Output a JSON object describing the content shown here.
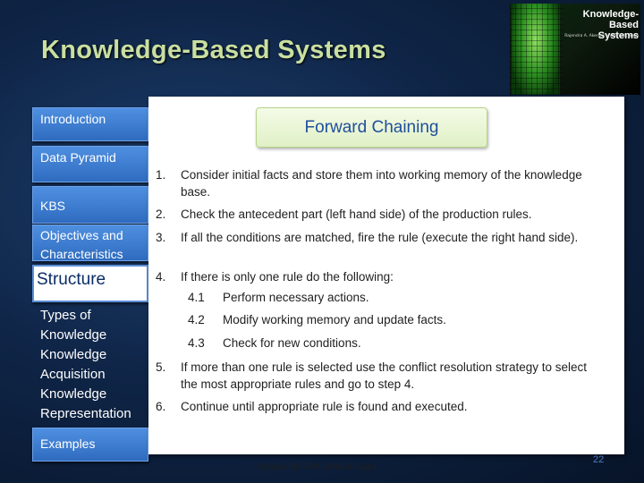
{
  "slide": {
    "title": "Knowledge-Based  Systems",
    "heading": "Forward Chaining",
    "credit": "Created By Priti Srinivas Sajja",
    "page_number": "22"
  },
  "cover": {
    "title_line1": "Knowledge-Based",
    "title_line2": "Systems",
    "authors": "Rajendra A. Akerkar and Priti S. Sajja"
  },
  "nav": {
    "introduction": "Introduction",
    "data_pyramid": "Data Pyramid",
    "kbs": "KBS",
    "objectives_line1": "Objectives and",
    "objectives_line2": "Characteristics",
    "structure": "Structure",
    "types_line1": "Types of",
    "types_line2": "Knowledge",
    "acq_line1": "Knowledge",
    "acq_line2": "Acquisition",
    "rep_line1": "Knowledge",
    "rep_line2": "Representation",
    "examples": "Examples"
  },
  "steps": [
    {
      "num": "1.",
      "text": "Consider initial facts and store them into working memory of the knowledge base."
    },
    {
      "num": "2.",
      "text": "Check the antecedent part (left hand side) of the production rules."
    },
    {
      "num": "3.",
      "text": "If all the conditions are matched, fire the rule (execute the right hand side)."
    },
    {
      "num": "4.",
      "text": "If there is only one rule do the following:"
    },
    {
      "num": "5.",
      "text": "If more than one rule is selected use the conflict resolution strategy to select the most appropriate rules and go to step 4."
    },
    {
      "num": "6.",
      "text": "Continue until appropriate rule is found and executed."
    }
  ],
  "substeps": [
    {
      "num": "4.1",
      "text": "Perform necessary actions."
    },
    {
      "num": "4.2",
      "text": "Modify working memory and update facts."
    },
    {
      "num": "4.3",
      "text": "Check for new conditions."
    }
  ]
}
